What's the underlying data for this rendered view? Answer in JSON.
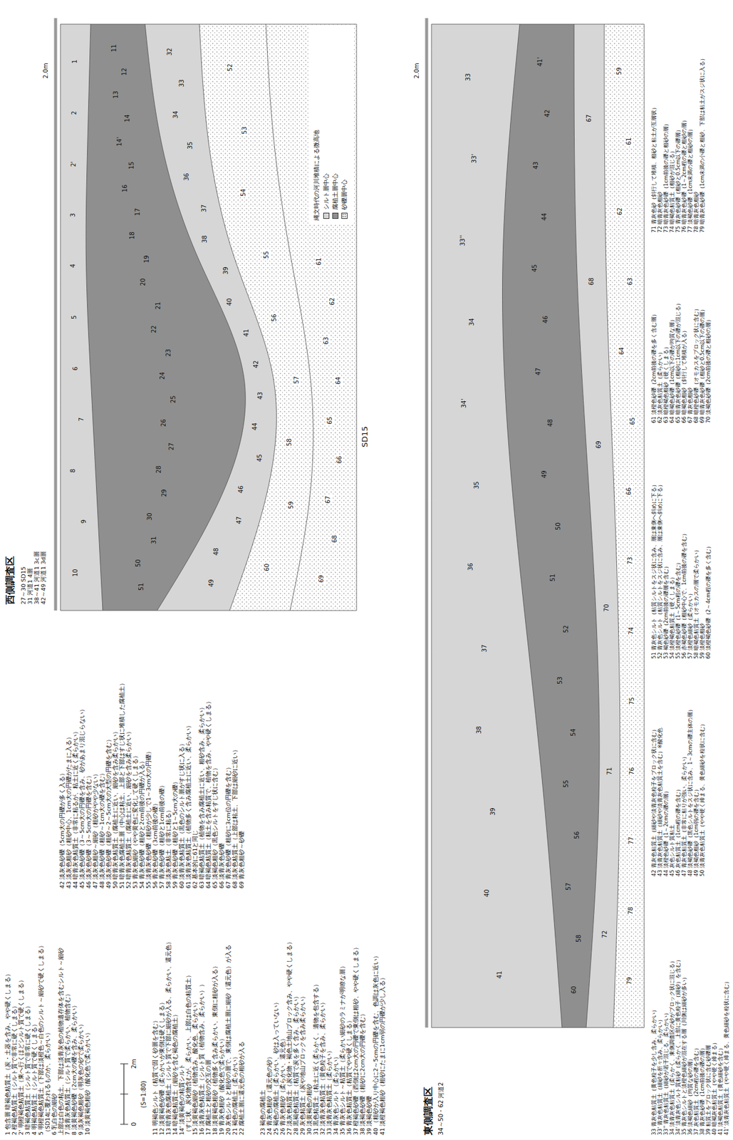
{
  "diagram": {
    "labels": [
      "西側調査区",
      "27～30 SD15",
      "31 河道1 4層",
      "38～41 河道1 3c層",
      "42～49 河道1 3d層",
      "2.0m",
      "SD15",
      "1",
      "2",
      "2'",
      "3",
      "4",
      "5",
      "6",
      "7",
      "8",
      "9",
      "10",
      "11",
      "12",
      "13",
      "14",
      "14'",
      "15",
      "16",
      "17",
      "18",
      "19",
      "20",
      "21",
      "22",
      "23",
      "24",
      "25",
      "26",
      "27",
      "28",
      "29",
      "30",
      "31",
      "50",
      "51",
      "32",
      "33",
      "34",
      "35",
      "36",
      "37",
      "38",
      "39",
      "40",
      "41",
      "42",
      "43",
      "44",
      "45",
      "46",
      "47",
      "48",
      "49",
      "52",
      "53",
      "54",
      "55",
      "56",
      "57",
      "58",
      "59",
      "60",
      "61",
      "62",
      "63",
      "64",
      "65",
      "66",
      "67",
      "68",
      "69",
      "33",
      "33'",
      "33''",
      "34",
      "34'",
      "35",
      "36",
      "37",
      "38",
      "39",
      "40",
      "41",
      "41'",
      "42",
      "43",
      "44",
      "45",
      "46",
      "47",
      "48",
      "49",
      "50",
      "51",
      "52",
      "53",
      "54",
      "55",
      "56",
      "57",
      "58",
      "60",
      "67",
      "68",
      "69",
      "70",
      "71",
      "72",
      "59",
      "61",
      "62",
      "63",
      "64",
      "65",
      "66",
      "73",
      "74",
      "75",
      "76",
      "77",
      "78",
      "79",
      "2.0m",
      "東側調査区",
      "34～50・62 河道2",
      "縄文時代の河川堆積による微高地",
      "0",
      "2m",
      "(S=1:80)",
      "1 包含層 暗褐色粘質土（炭・土器を含み、やや硬くしまる）",
      "2 橙褐色粘質土（シルト質で非常に硬くしまる）",
      "2' 明橙褐色粘質土（東へ行くほどシルト質で硬くしまる）",
      "3 暗褐色粘質土（シルト質で非常に硬くしまる）",
      "4 明褐色粘質土（シルト質で硬くしまる）",
      "5 明橙褐色粘質土（下部は淡橙色～白色のシルト～細砂で硬くしまる）",
      "（SD14に覆われるものか、柔らかい）",
      "6 乳白色の細砂",
      "上部は白色の粘土、下部は淡青灰色の植物遺存体を含むシルト～細砂",
      "7 淡青灰色粘質土（シルト質で柔らかい、植物含む）",
      "8 淡黄褐色砂礫（2cm大の礫を含み、柔らかい）",
      "9 淡灰褐色粗砂（明灰色の砂で柔らかい）",
      "10 淡黄褐色粗砂（酸化色で柔らかい）",
      "11 明褐色シルト（粘質で固く砂層を含む）",
      "12 淡黄褐色砂礫（柔らかいが東側は硬くしまる）",
      "13 暗青灰色腐植土（シルト質で下部に細砂が入る、柔らかい、還元色）",
      "14 暗褐色粘質土（細砂を含む褐色の腐植土）",
      "14' 淡黄褐色の粘質シルト",
      "（すじ状、炭化物含むが、柔らかい、上部は白色の粘質土）",
      "15 淡黄褐色細砂（植物含み、酸化色、柔らかい）",
      "16 淡青灰色粘質土（シルト質（植物含み、柔らかい））",
      "17 腐植土と粗砂の交互の層",
      "18 淡黄褐色粗砂（植物多く含み柔らかい、東側に粗砂が入る）",
      "19 青灰色粗砂（酸化色で柔らかい）",
      "20 灰色シルトと粗砂の層で、東側は腐植土層に細砂（還元色）が入る",
      "21 褐色の腐植土（柔らかい）",
      "22 腐植土層に還元色の粗砂が入る",
      "23 褐色の腐植土",
      "24 青灰色粗砂（還元色の砂）",
      "25 褐色の腐植土（柔らかい、砂は入っていない）",
      "26 青灰色粗砂（柔らかい、還元色）",
      "27 淡灰色粘質土（炭化物・褐色土地山ブロック含み、やや硬くしまる）",
      "28 黒褐色粘質土（粘質で炭を多く含み、柔らかい）",
      "29 灰色粘質土（炭や地山ブロックを含み柔らかい）",
      "30 淡黄褐色の粗砂",
      "31 黒色粘質土（粘土に近く柔らかく、遺物を包含する）",
      "32 淡青灰色粘質土（黄色粒子を含み、柔らかい）",
      "33 淡青灰色粘質土（柔らかい）",
      "34 青灰色シルト（柔らかい）",
      "35 青灰色シルト～粘質土（柔らかい細砂のラミナが明瞭な層）",
      "36 青灰色粘質土（粘質でやや硬くしまる）",
      "37 橙褐色砂礫（西側は2cm大の円礫で東側は粗砂、やや硬くしまる）",
      "38 淡褐色砂礫（粗砂に2cm大の円礫を含む）",
      "39 淡褐色砂礫",
      "40 （粗砂が入り中心に2～5cmの円礫を含む、色調は灰色に近い）",
      "41 淡橙褐色粗砂（粗砂にたまに1cm弱の円礫が少し入る）",
      "42 淡灰色砂礫（5cm大の円礫が多く入る）",
      "43 淡灰色粗砂（粗砂中心、1cm大の円礫がたまに入る）",
      "44 暗青灰色粘質土（非常に粘るが、粘土に近く柔らかい）",
      "45 淡灰色砂礫（3～5cm大の円礫を含み、砂があまり混じらない）",
      "46 淡灰色砂礫（3～5cm大の円礫を含む）",
      "47 淡灰色粗砂～細砂（粗砂がやや少ない）",
      "48 淡灰色砂礫（粗砂～1cm大の礫を含む）",
      "49 淡灰色砂礫（粗砂～2～5cm大の大型の円礫を含む）",
      "50 暗青灰色粘質土（腐植土に近い、細砂を含み柔らかい）",
      "51 暗青灰色腐植土層（中心は粘土、上部と下部はすじ状に堆積した腐植土）",
      "52 暗青灰色粘質土（腐植土に近い、細砂を含み柔らかい）",
      "53 青灰色細砂（やや黄色に変化して硬くしまる）",
      "54 青灰色砂礫（粗砂と2cm前後の円礫が入る）",
      "55 淡青灰色砂礫（粗砂が少しで1～3cm大の円礫）",
      "56 青灰色砂礫（3cm前後の礫）",
      "57 青灰色砂礫（粗砂と1cm前後の礫）",
      "58 淡灰色粘土（非常に粘る）",
      "59 青灰色砂礫（粗砂と1～5cm大の礫）",
      "60 淡青灰色粘質土（黒色のシルト層がすじ状に入る）",
      "61 淡青灰色粘質土（植物多く含み腐植土に近い、柔らかい）",
      "62 基本的に61と同じ",
      "63 暗褐色粘質土（植物を含み腐植土に近い、粗砂含み、柔らかい）",
      "64 暗褐色粘質土（粘土を含み粘質で、植物を含み、やや硬くしまる）",
      "65 淡褐色粗砂（黒色シルトをすじ状に含む）",
      "66 淡青灰色砂礫",
      "67 青灰色砂礫（粗砂に3cm位の円礫を含む）",
      "68 淡灰色粘質土（上部は粘土、下部は細砂に近い）",
      "69 青灰色粗砂～砂礫",
      "33 青灰色粘質土（黄色粒子を少し含み、柔らかい）",
      "33' 青灰色粘質土（細砂を所々含み、柔らかい）",
      "33'' 青灰色粘質土（細砂が若干混じる、柔らかい）",
      "34 淡青灰色粘質土（柔らかく、東側調査区の砂がブロック状に混じる）",
      "34' 淡青灰色シルト質粘砂（柔らかく、上部に黄色粒子（細砂）を含む）",
      "35 青灰色シルトと淡橙色細砂が混在する層（川側は細砂が多い）",
      "36 淡褐色細砂（均質な砂の層）",
      "37 灰色粘質土（2cm程の礫を含む）",
      "38 青灰色砂礫（1cm前後の礫の層）",
      "39 粘質土をブロック状に含む砂礫層",
      "40 暗褐灰色粘質土（やや硬く締まる）",
      "41 淡褐色粘質土（黄色細砂を含む）",
      "41' 淡青灰色粘質土（やや硬く締まる、黄色細砂を粒状に含む）",
      "42 青灰色粘質土（細砂や淡青灰色粒子をブロック状に含む）",
      "43 淡青灰色粘質土（細砂や淡青灰色粘質土を含む）※酸化色",
      "44 淡橙色砂礫（1～2cmの礫の層）",
      "45 灰色シルト質粘土",
      "46 灰色粘質土（1cm程の礫を含む）",
      "47 青灰色粘質土（非常に粘りが強い、柔らかい）",
      "48 淡褐色砂礫（黒色シルトをスジ状に含み、1～3cmの礫主体の層）",
      "49 淡褐色粗砂（1cm弱の礫を含む）",
      "50 淡青灰色粘質土（やや硬く締まる、黄色細砂を粒状に含む）",
      "51 青灰色シルト（粘質シルトをスジ状に含み、層は東側へ斜めに下る）",
      "52 青灰色シルト（粘質シルトをスジ状に含み、層は東側へ斜めに下る）",
      "53 褐色砂礫（2cm前後の礫層を含む）",
      "54 淡橙褐色粘質土（硬くしまる）",
      "55 淡橙色砂礫（1～5cm程の礫を含む）",
      "56 赤褐色砂礫（粗砂中心で、1cm前後の礫を含む）",
      "57 淡橙色細砂（柔らかい）",
      "58 暗褐色粘質土（オモカスの層で柔らかい）",
      "59 淡橙色粗砂",
      "60 淡橙褐色砂礫（2～4cm程の礫を多く含む）",
      "61 淡橙色砂礫（2cm前後の礫を多く含む層）",
      "62 淡灰色粘質土（柔らかい）",
      "63 暗橙褐色粗砂（硬くしまる）",
      "64 暗褐色砂礫（1cm以下の礫が均質な層）",
      "65 暗青灰色砂礫（粗砂に1cm以下の礫が混じる）",
      "66 暗褐色粗砂（斜行して堆積が入る）",
      "67 青灰色粗砂",
      "68 暗橙色砂礫（オモカスをブロック状に含む）",
      "69 暗青灰色砂礫（粗砂と0.5cm以下の礫の層）",
      "70 淡褐色砂礫（2cm前後の礫と粗砂の層）",
      "71 青灰色砂（斜行して堆積、粗砂と粘土が互層状）",
      "72 暗青灰色粗砂",
      "73 暗青灰色砂礫（1cm前後の礫と粗砂の層）",
      "74 暗褐色粘質土（粗砂が混じる）",
      "75 青灰色砂礫（粗砂と0.5cm以下の礫層）",
      "76 暗青灰色砂礫（1～2cm程の礫と粗砂の層）",
      "77 淡褐色砂礫（1cm未満の礫と粗砂の層）",
      "78 暗青灰色粗砂",
      "79 暗青灰色砂礫（1cm未満の小礫と粗砂、下部は粘土がスジ状に入る）"
    ],
    "legend": [
      {
        "text": "シルト層中心",
        "color": "#d6d6d6"
      },
      {
        "text": "腐植土層中心",
        "color": "#8f8f8f"
      },
      {
        "text": "砂礫層中心"
      }
    ]
  }
}
